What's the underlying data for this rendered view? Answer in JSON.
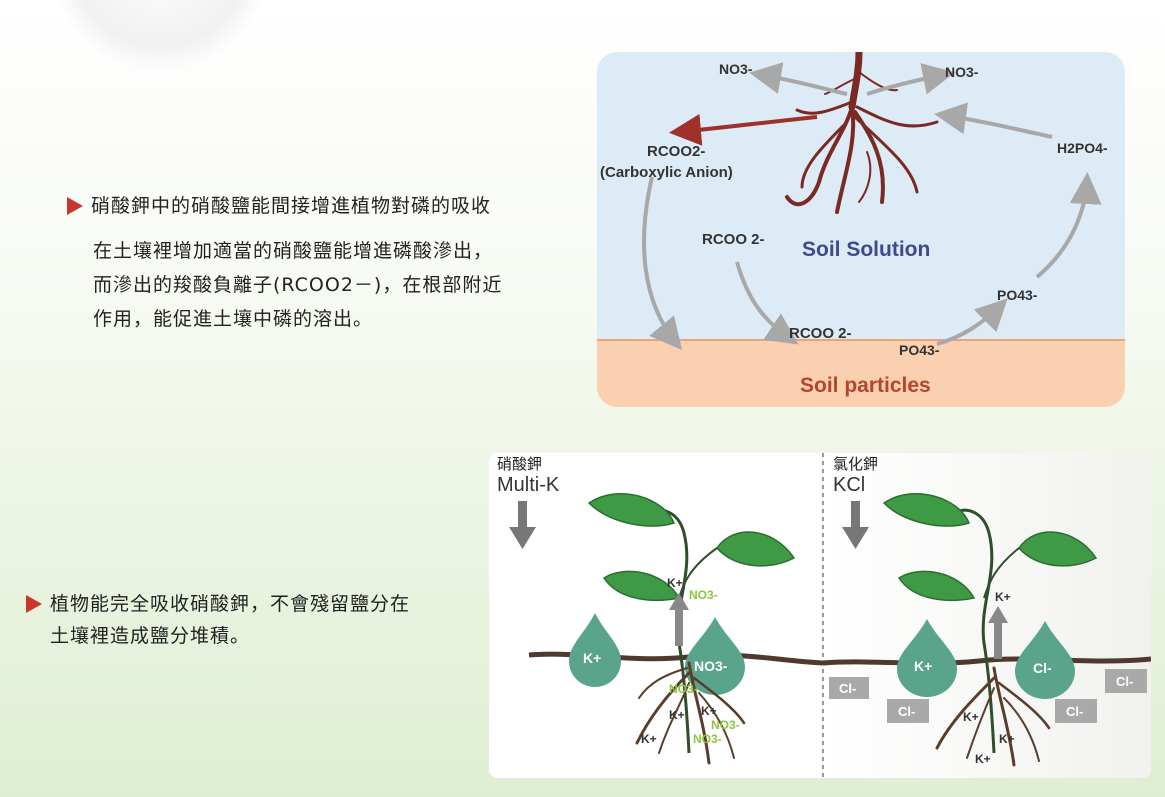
{
  "section1": {
    "heading": "硝酸鉀中的硝酸鹽能間接增進植物對磷的吸收",
    "paragraph": [
      "在土壤裡增加適當的硝酸鹽能增進磷酸滲出，",
      "而滲出的羧酸負離子(RCOO2－)，在根部附近",
      "作用，能促進土壤中磷的溶出。"
    ]
  },
  "section2": {
    "heading_lines": [
      "植物能完全吸收硝酸鉀，不會殘留鹽分在",
      "土壤裡造成鹽分堆積。"
    ]
  },
  "diagram1": {
    "no3_left": "NO3-",
    "no3_right": "NO3-",
    "rcoo_top": "RCOO2-",
    "rcoo_top_sub": "(Carboxylic Anion)",
    "h2po4": "H2PO4-",
    "rcoo_mid": "RCOO 2-",
    "solution_label": "Soil Solution",
    "po4_upper": "PO43-",
    "rcoo_low": "RCOO 2-",
    "po4_lower": "PO43-",
    "particles_label": "Soil  particles",
    "colors": {
      "solution": "#dcebf5",
      "particles": "#fbd0b0",
      "root": "#7a2a22",
      "arrow_gray": "#a8a8a8",
      "arrow_red": "#a0302a",
      "solution_text": "#3d4a8e",
      "particles_text": "#b5462e"
    }
  },
  "diagram2": {
    "left": {
      "title_cn": "硝酸鉀",
      "title_en": "Multi-K",
      "drop1": "K+",
      "drop2": "NO3-",
      "arrow_k": "K+",
      "arrow_no3": "NO3-",
      "root_labels": [
        "NO3-",
        "K+",
        "K+",
        "K+",
        "NO3-",
        "NO3-"
      ]
    },
    "right": {
      "title_cn": "氯化鉀",
      "title_en": "KCl",
      "drop1": "K+",
      "drop2": "Cl-",
      "arrow_k": "K+",
      "cl_boxes": [
        "Cl-",
        "Cl-",
        "Cl-",
        "Cl-"
      ],
      "root_labels": [
        "K+",
        "K+",
        "K+"
      ]
    },
    "colors": {
      "leaf": "#3f9a45",
      "drop": "#5aa48c",
      "soil": "#4e3a2e",
      "cl_box": "#a9a9a9",
      "no3_text": "#8cc63f"
    }
  }
}
